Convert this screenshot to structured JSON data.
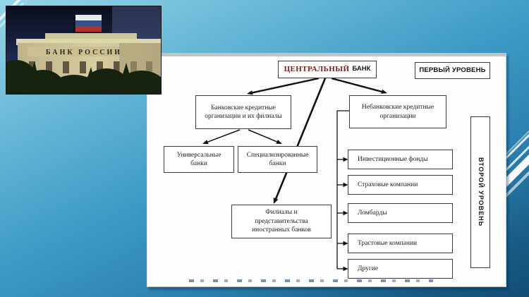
{
  "slide": {
    "photo": {
      "description": "Bank of Russia headquarters building with Russian flag",
      "building_sign": "БАНК РОССИИ"
    },
    "diagram": {
      "central_bank": {
        "word1": "ЦЕНТРАЛЬНЫЙ",
        "word2": "БАНК"
      },
      "first_level": "ПЕРВЫЙ УРОВЕНЬ",
      "second_level": "ВТОРОЙ УРОВЕНЬ",
      "banking_org": "Банковские кредитные организации и их филиалы",
      "nonbanking_org": "Небанковские кредитные организации",
      "universal_banks": "Универсальные банки",
      "specialized_banks": "Специализированные банки",
      "foreign_branches": "Филиалы и представительства иностранных банков",
      "nonbank_types": [
        "Инвестиционные фонды",
        "Страховые компании",
        "Ломбарды",
        "Трастовые компании",
        "Другие"
      ]
    },
    "colors": {
      "central_bank_accent": "#7a1f17",
      "box_border": "#3d3d3d",
      "background_top": "#97d4e8",
      "background_bottom": "#124e74",
      "flag_white": "#e9e9ec",
      "flag_blue": "#33508f",
      "flag_red": "#b03228"
    }
  }
}
